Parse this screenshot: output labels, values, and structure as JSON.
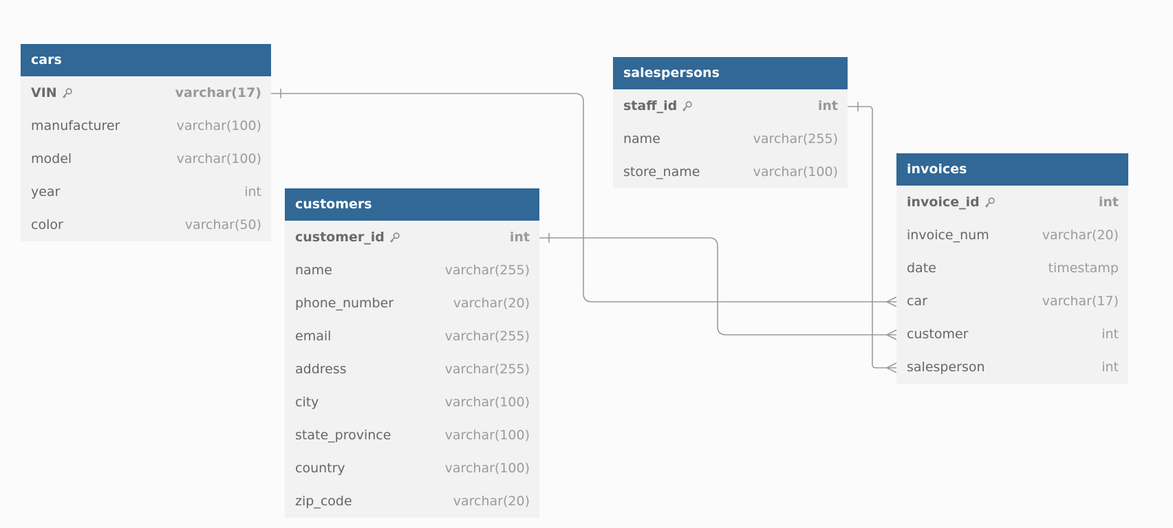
{
  "tables": {
    "cars": {
      "title": "cars",
      "fields": [
        {
          "name": "VIN",
          "type": "varchar(17)",
          "pk": true
        },
        {
          "name": "manufacturer",
          "type": "varchar(100)"
        },
        {
          "name": "model",
          "type": "varchar(100)"
        },
        {
          "name": "year",
          "type": "int"
        },
        {
          "name": "color",
          "type": "varchar(50)"
        }
      ]
    },
    "customers": {
      "title": "customers",
      "fields": [
        {
          "name": "customer_id",
          "type": "int",
          "pk": true
        },
        {
          "name": "name",
          "type": "varchar(255)"
        },
        {
          "name": "phone_number",
          "type": "varchar(20)"
        },
        {
          "name": "email",
          "type": "varchar(255)"
        },
        {
          "name": "address",
          "type": "varchar(255)"
        },
        {
          "name": "city",
          "type": "varchar(100)"
        },
        {
          "name": "state_province",
          "type": "varchar(100)"
        },
        {
          "name": "country",
          "type": "varchar(100)"
        },
        {
          "name": "zip_code",
          "type": "varchar(20)"
        }
      ]
    },
    "salespersons": {
      "title": "salespersons",
      "fields": [
        {
          "name": "staff_id",
          "type": "int",
          "pk": true
        },
        {
          "name": "name",
          "type": "varchar(255)"
        },
        {
          "name": "store_name",
          "type": "varchar(100)"
        }
      ]
    },
    "invoices": {
      "title": "invoices",
      "fields": [
        {
          "name": "invoice_id",
          "type": "int",
          "pk": true
        },
        {
          "name": "invoice_num",
          "type": "varchar(20)"
        },
        {
          "name": "date",
          "type": "timestamp"
        },
        {
          "name": "car",
          "type": "varchar(17)"
        },
        {
          "name": "customer",
          "type": "int"
        },
        {
          "name": "salesperson",
          "type": "int"
        }
      ]
    }
  },
  "relationships": [
    {
      "from": "cars.VIN",
      "to": "invoices.car",
      "cardinality": "one-to-many"
    },
    {
      "from": "customers.customer_id",
      "to": "invoices.customer",
      "cardinality": "one-to-many"
    },
    {
      "from": "salespersons.staff_id",
      "to": "invoices.salesperson",
      "cardinality": "one-to-many"
    }
  ],
  "colors": {
    "header": "#316896",
    "body": "#f2f2f2",
    "background": "#fbfbfb",
    "connector": "#9a9a9a"
  }
}
